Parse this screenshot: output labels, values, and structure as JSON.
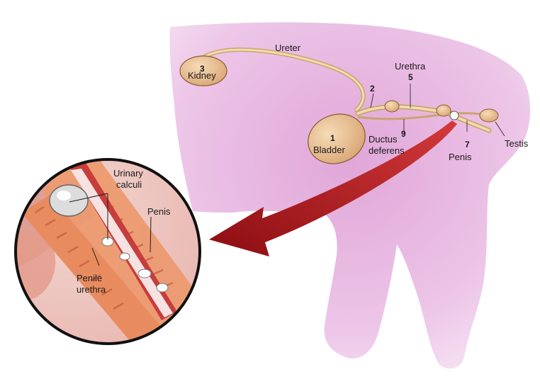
{
  "labels": {
    "ureter": "Ureter",
    "kidney_num": "3",
    "kidney": "Kidney",
    "urethra": "Urethra",
    "urethra_num": "5",
    "num_2": "2",
    "bladder_num": "1",
    "bladder": "Bladder",
    "ductus_num": "9",
    "ductus_line1": "Ductus",
    "ductus_line2": "deferens",
    "penis_num": "7",
    "penis": "Penis",
    "testis": "Testis",
    "calculi_line1": "Urinary",
    "calculi_line2": "calculi",
    "inset_penis": "Penis",
    "penile_line1": "Penile",
    "penile_line2": "urethra"
  },
  "colors": {
    "body": "#e8bfe3",
    "organ": "#e9c59c",
    "arrow": "#b0141a",
    "tissue": "#e8835a",
    "urethra_lumen": "#c73c3c"
  }
}
